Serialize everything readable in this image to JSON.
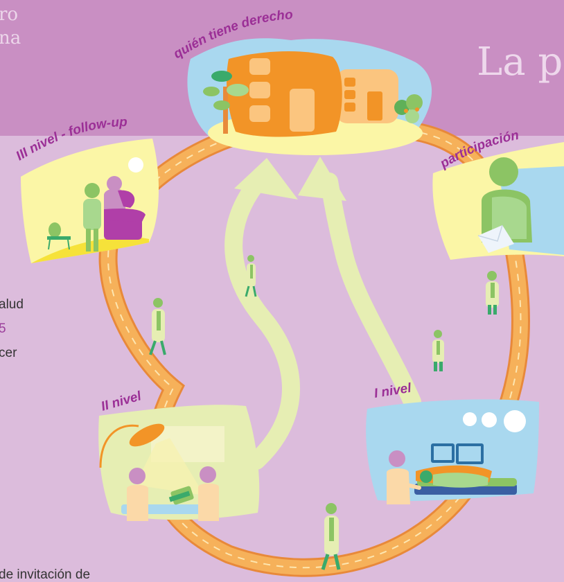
{
  "corner": {
    "line1": "ro",
    "line2": "na"
  },
  "page_title": "La p",
  "side_text": {
    "line1": "alud",
    "line2": "5",
    "line3": "cer",
    "line4": "de invitación de"
  },
  "labels": {
    "top": "quién tiene derecho",
    "left_top": "III nivel - follow-up",
    "right_top": "participación",
    "left_bottom": "II nivel",
    "right_bottom": "I nivel"
  },
  "colors": {
    "band": "#c98fc3",
    "background": "#dcbcdc",
    "road": "#f4a54a",
    "label": "#9b2f96",
    "arrow": "#e6eeb3",
    "figure": "#8cc464"
  }
}
